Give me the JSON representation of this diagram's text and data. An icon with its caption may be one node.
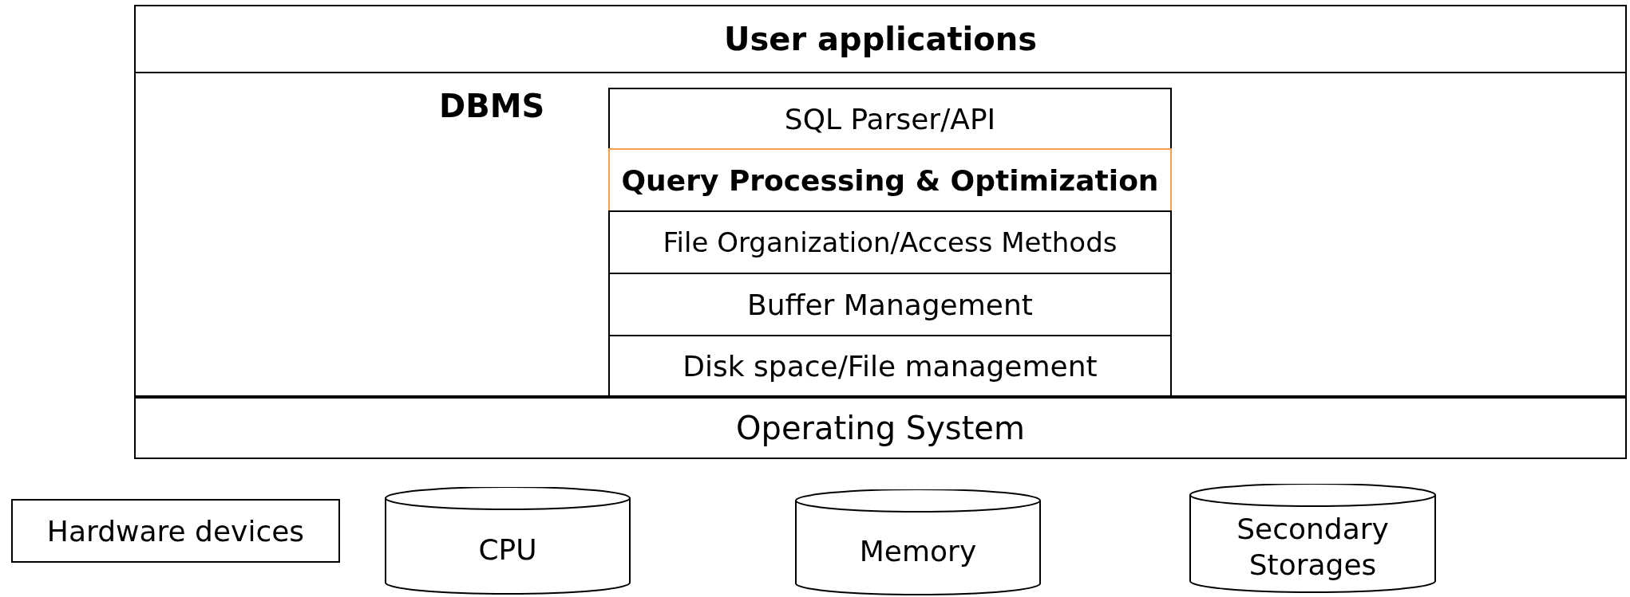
{
  "diagram": {
    "nodes": [
      {
        "text": [
          "User applications"
        ]
      },
      {
        "text": [
          "DBMS"
        ]
      },
      {
        "text": [
          "SQL Parser/API"
        ],
        "in": 1
      },
      {
        "text": [
          "Query Processing & Optimization"
        ],
        "in": 1
      },
      {
        "text": [
          "File Organization/Access Methods"
        ],
        "in": 1
      },
      {
        "text": [
          "Buffer Management"
        ],
        "in": 1
      },
      {
        "text": [
          "Disk space/File management"
        ],
        "in": 1
      },
      {
        "text": [
          "Operating System"
        ]
      },
      {
        "text": [
          "Hardware devices"
        ]
      },
      {
        "text": [
          "CPU"
        ]
      },
      {
        "text": [
          "Memory"
        ]
      },
      {
        "text": [
          "Secondary Storages"
        ]
      }
    ],
    "edges": []
  }
}
